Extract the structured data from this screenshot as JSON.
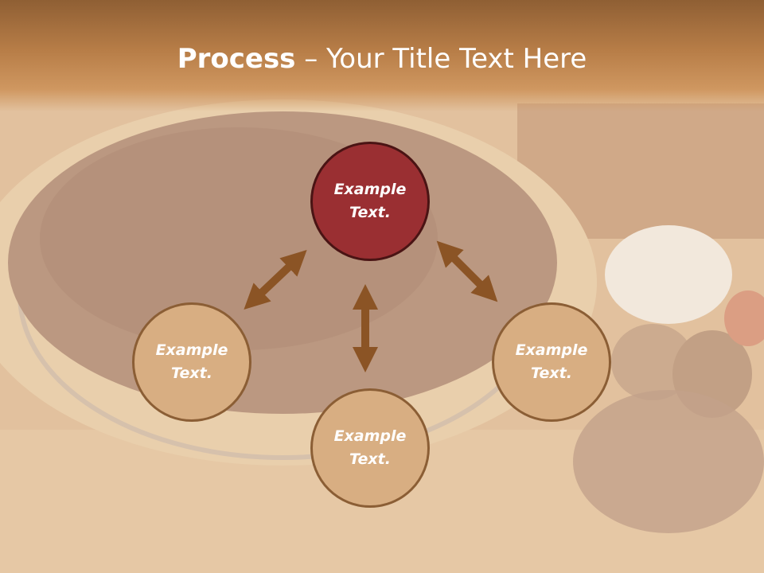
{
  "title": {
    "bold": "Process",
    "rest": " – Your Title Text Here"
  },
  "nodes": [
    {
      "id": "top",
      "line1": "Example",
      "line2": "Text."
    },
    {
      "id": "left",
      "line1": "Example",
      "line2": "Text."
    },
    {
      "id": "right",
      "line1": "Example",
      "line2": "Text."
    },
    {
      "id": "bottom",
      "line1": "Example",
      "line2": "Text."
    }
  ],
  "colors": {
    "accent_circle": "#9a2f32",
    "circle_fill": "#d8ae82",
    "circle_border": "#8b5e35",
    "arrow": "#8b5425",
    "header": "#b77d47"
  }
}
